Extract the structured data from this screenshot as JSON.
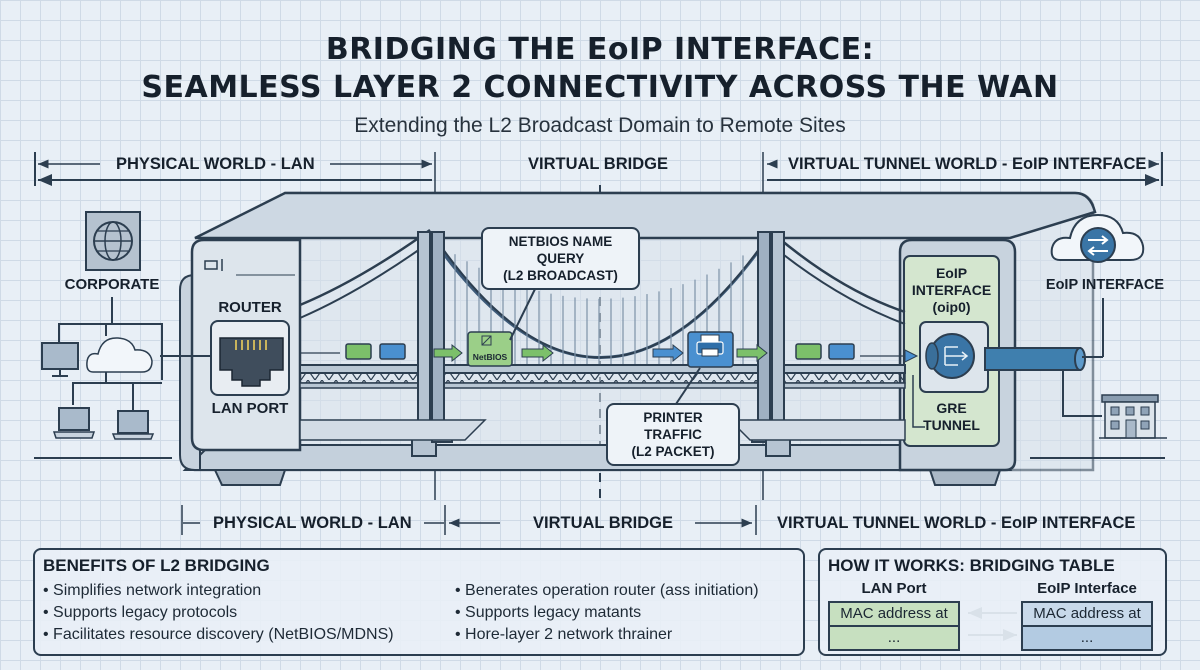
{
  "header": {
    "title_line1": "BRIDGING THE EoIP INTERFACE:",
    "title_line2": "SEAMLESS LAYER 2 CONNECTIVITY ACROSS THE WAN",
    "subtitle": "Extending the L2 Broadcast Domain to Remote Sites"
  },
  "zones": {
    "physical": "PHYSICAL WORLD - LAN",
    "bridge": "VIRTUAL BRIDGE",
    "tunnel": "VIRTUAL TUNNEL WORLD - EoIP INTERFACE"
  },
  "left_site": {
    "corporate_label": "CORPORATE",
    "router_label": "ROUTER",
    "port_label": "LAN PORT"
  },
  "bridge": {
    "netbios_callout": [
      "NETBIOS NAME QUERY",
      "(L2 BROADCAST)"
    ],
    "netbios_packet": "NetBIOS",
    "printer_callout": [
      "PRINTER TRAFFIC",
      "(L2 PACKET)"
    ]
  },
  "right_site": {
    "eoip_box": [
      "EoIP",
      "INTERFACE",
      "(oip0)"
    ],
    "tunnel_label": [
      "GRE",
      "TUNNEL"
    ],
    "cloud_label": "EoIP INTERFACE"
  },
  "benefits": {
    "title": "BENEFITS OF L2 BRIDGING",
    "col1": [
      "Simplifies network integration",
      "Supports legacy protocols",
      "Facilitates resource discovery (NetBIOS/MDNS)"
    ],
    "col2": [
      "Benerates operation router (ass initiation)",
      "Supports legacy matants",
      "Hore-layer 2 network thrainer"
    ]
  },
  "bridging_table": {
    "title": "HOW IT WORKS: BRIDGING TABLE",
    "left_header": "LAN Port",
    "right_header": "EoIP Interface",
    "left_rows": [
      "MAC address at",
      "..."
    ],
    "right_rows": [
      "MAC address at",
      "..."
    ]
  },
  "colors": {
    "ink": "#2c3e50",
    "green_packet": "#7cc06a",
    "blue_packet": "#4a90d0",
    "eoip_panel": "#d4e6cf",
    "tunnel_blue": "#3f7fae"
  }
}
